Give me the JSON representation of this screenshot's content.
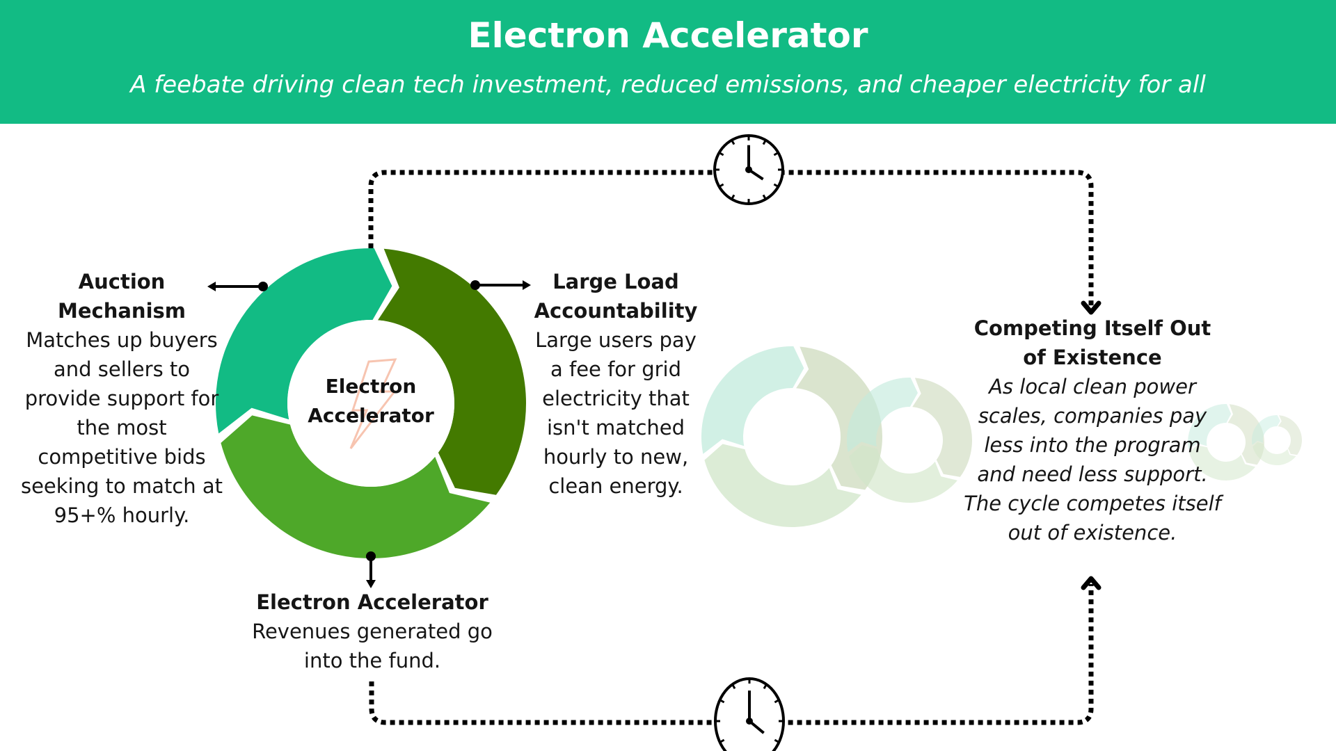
{
  "header": {
    "title": "Electron Accelerator",
    "subtitle": "A feebate driving clean tech investment, reduced emissions, and cheaper electricity for all"
  },
  "colors": {
    "header_bg": "#12bb84",
    "segment_teal": "#12bb84",
    "segment_dark_green": "#437a00",
    "segment_light_green": "#4ea829",
    "bolt_outline": "#f7c4b0",
    "faded_teal": "#c3ebdd",
    "faded_olive": "#cfdcbf",
    "faded_green": "#d1e6c9"
  },
  "cycle": {
    "center_label": "Electron Accelerator",
    "center_icon": "lightning-bolt-icon",
    "segments": [
      {
        "name": "Auction Mechanism",
        "color": "#12bb84"
      },
      {
        "name": "Large Load Accountability",
        "color": "#437a00"
      },
      {
        "name": "Electron Accelerator",
        "color": "#4ea829"
      }
    ]
  },
  "blocks": {
    "auction": {
      "heading": "Auction Mechanism",
      "body": "Matches up buyers and sellers to provide support for the most competitive bids seeking to match at 95+% hourly."
    },
    "large_load": {
      "heading": "Large Load Accountability",
      "body": "Large users pay a fee for grid electricity that isn't matched hourly to new, clean energy."
    },
    "fund": {
      "heading": "Electron Accelerator",
      "body": "Revenues generated go into the fund."
    },
    "compete": {
      "heading": "Competing Itself Out of Existence",
      "body": "As local clean power scales, companies pay less into the program and need less support. The cycle competes itself out of existence."
    }
  },
  "icons": {
    "clock_top": "clock-icon",
    "clock_bottom": "clock-icon"
  }
}
